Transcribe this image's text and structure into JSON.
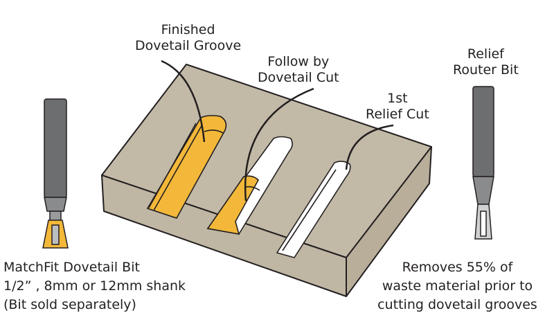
{
  "labels": {
    "finished_groove": [
      "Finished",
      "Dovetail Groove"
    ],
    "follow_by": [
      "Follow by",
      "Dovetail Cut"
    ],
    "first_relief": [
      "1st",
      "Relief Cut"
    ],
    "relief_bit": [
      "Relief",
      "Router Bit"
    ]
  },
  "captions": {
    "left": [
      "MatchFit Dovetail Bit",
      "1/2” , 8mm or 12mm shank",
      "(Bit sold separately)"
    ],
    "right": [
      "Removes 55% of",
      "waste material prior to",
      "cutting dovetail grooves"
    ]
  },
  "colors": {
    "wood": "#c2b9a7",
    "gold": "#f3b83a",
    "steel": "#6d6e70",
    "outline": "#231f20"
  }
}
